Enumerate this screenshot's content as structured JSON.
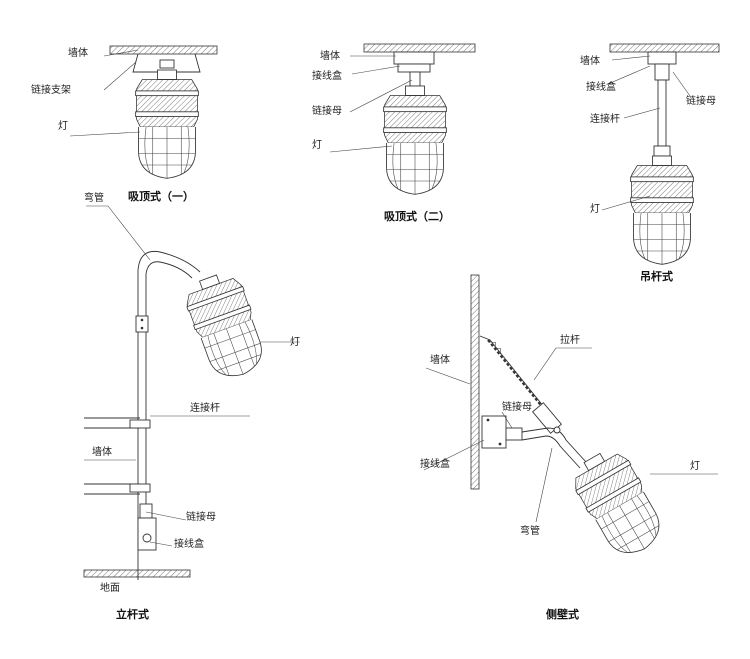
{
  "diagrams": {
    "ceiling1": {
      "caption": "吸顶式（一）",
      "labels": {
        "wall": "墙体",
        "bracket": "链接支架",
        "lamp": "灯"
      }
    },
    "ceiling2": {
      "caption": "吸顶式（二）",
      "labels": {
        "wall": "墙体",
        "junction_box": "接线盒",
        "nut": "链接母",
        "lamp": "灯"
      }
    },
    "pendant": {
      "caption": "吊杆式",
      "labels": {
        "wall": "墙体",
        "junction_box": "接线盒",
        "nut": "链接母",
        "rod": "连接杆",
        "lamp": "灯"
      }
    },
    "pole": {
      "caption": "立杆式",
      "labels": {
        "bent_pipe": "弯管",
        "lamp": "灯",
        "rod": "连接杆",
        "wall": "墙体",
        "nut": "链接母",
        "junction_box": "接线盒",
        "ground": "地面"
      }
    },
    "side_wall": {
      "caption": "侧壁式",
      "labels": {
        "pull_rod": "拉杆",
        "wall": "墙体",
        "nut": "链接母",
        "junction_box": "接线盒",
        "lamp": "灯",
        "bent_pipe": "弯管"
      }
    }
  }
}
